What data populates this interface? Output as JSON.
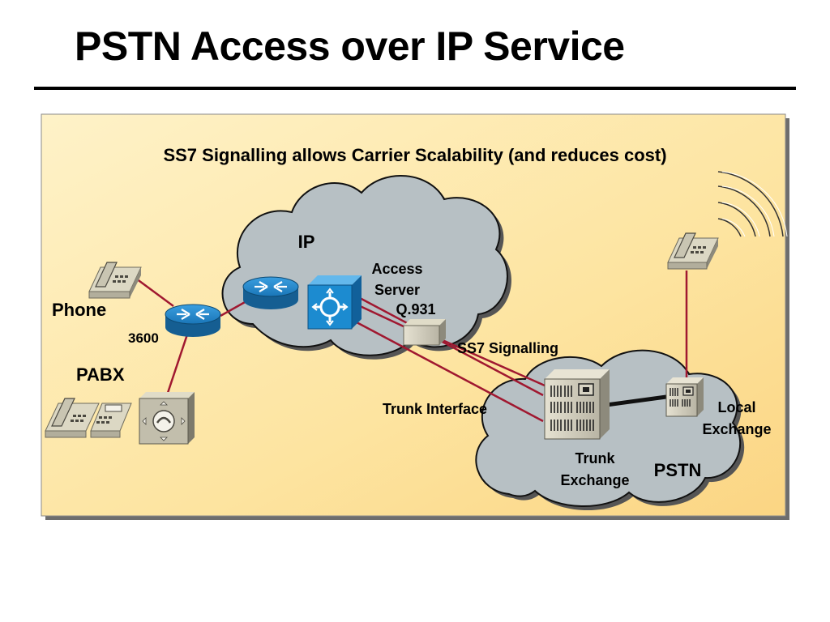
{
  "slide": {
    "title": "PSTN Access over IP Service"
  },
  "diagram": {
    "subtitle": "SS7 Signalling allows Carrier Scalability (and reduces cost)",
    "ip_cloud_label": "IP",
    "pstn_cloud_label": "PSTN",
    "access_server_label_line1": "Access",
    "access_server_label_line2": "Server",
    "q931_label": "Q.931",
    "ss7_signalling_label": "SS7 Signalling",
    "trunk_interface_label": "Trunk Interface",
    "trunk_exchange_label_line1": "Trunk",
    "trunk_exchange_label_line2": "Exchange",
    "local_exchange_label_line1": "Local",
    "local_exchange_label_line2": "Exchange",
    "phone_label": "Phone",
    "router_3600_label": "3600",
    "pabx_label": "PABX"
  },
  "colors": {
    "panel_fill": "#fde7a6",
    "cloud_fill": "#b7c0c4",
    "link_red": "#a01830",
    "device_blue": "#1c8bd0",
    "router_blue": "#2a7fb8"
  },
  "icons": [
    "router-icon",
    "access-server-icon",
    "signalling-box-icon",
    "trunk-exchange-icon",
    "local-exchange-icon",
    "telephone-icon",
    "pabx-icon",
    "wireless-waves-icon"
  ]
}
